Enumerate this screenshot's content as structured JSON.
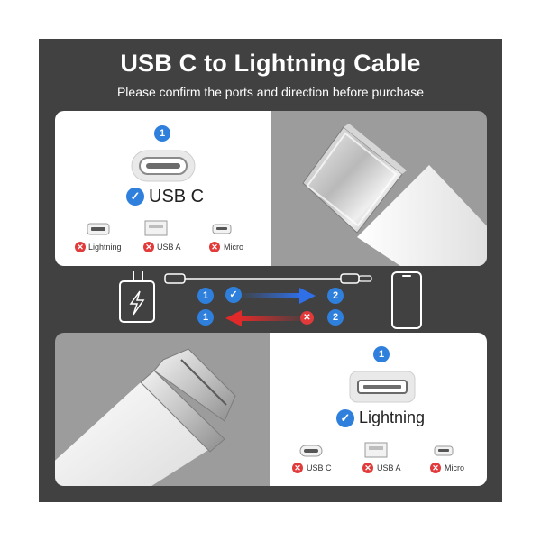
{
  "header": {
    "title": "USB C to Lightning Cable",
    "subtitle": "Please confirm the ports and direction before purchase"
  },
  "top_panel": {
    "step_number": "1",
    "selected_port": "USB C",
    "other_ports": [
      {
        "label": "Lightning"
      },
      {
        "label": "USB A"
      },
      {
        "label": "Micro"
      }
    ]
  },
  "middle": {
    "forward_from": "1",
    "forward_to": "2",
    "reverse_from": "1",
    "reverse_to": "2"
  },
  "bottom_panel": {
    "step_number": "1",
    "selected_port": "Lightning",
    "other_ports": [
      {
        "label": "USB C"
      },
      {
        "label": "USB A"
      },
      {
        "label": "Micro"
      }
    ]
  },
  "colors": {
    "frame": "#414141",
    "accent_blue": "#2f7fdc",
    "error_red": "#e23a3a",
    "arrow_blue": "#2f6fe8",
    "arrow_red": "#e02a2a"
  }
}
